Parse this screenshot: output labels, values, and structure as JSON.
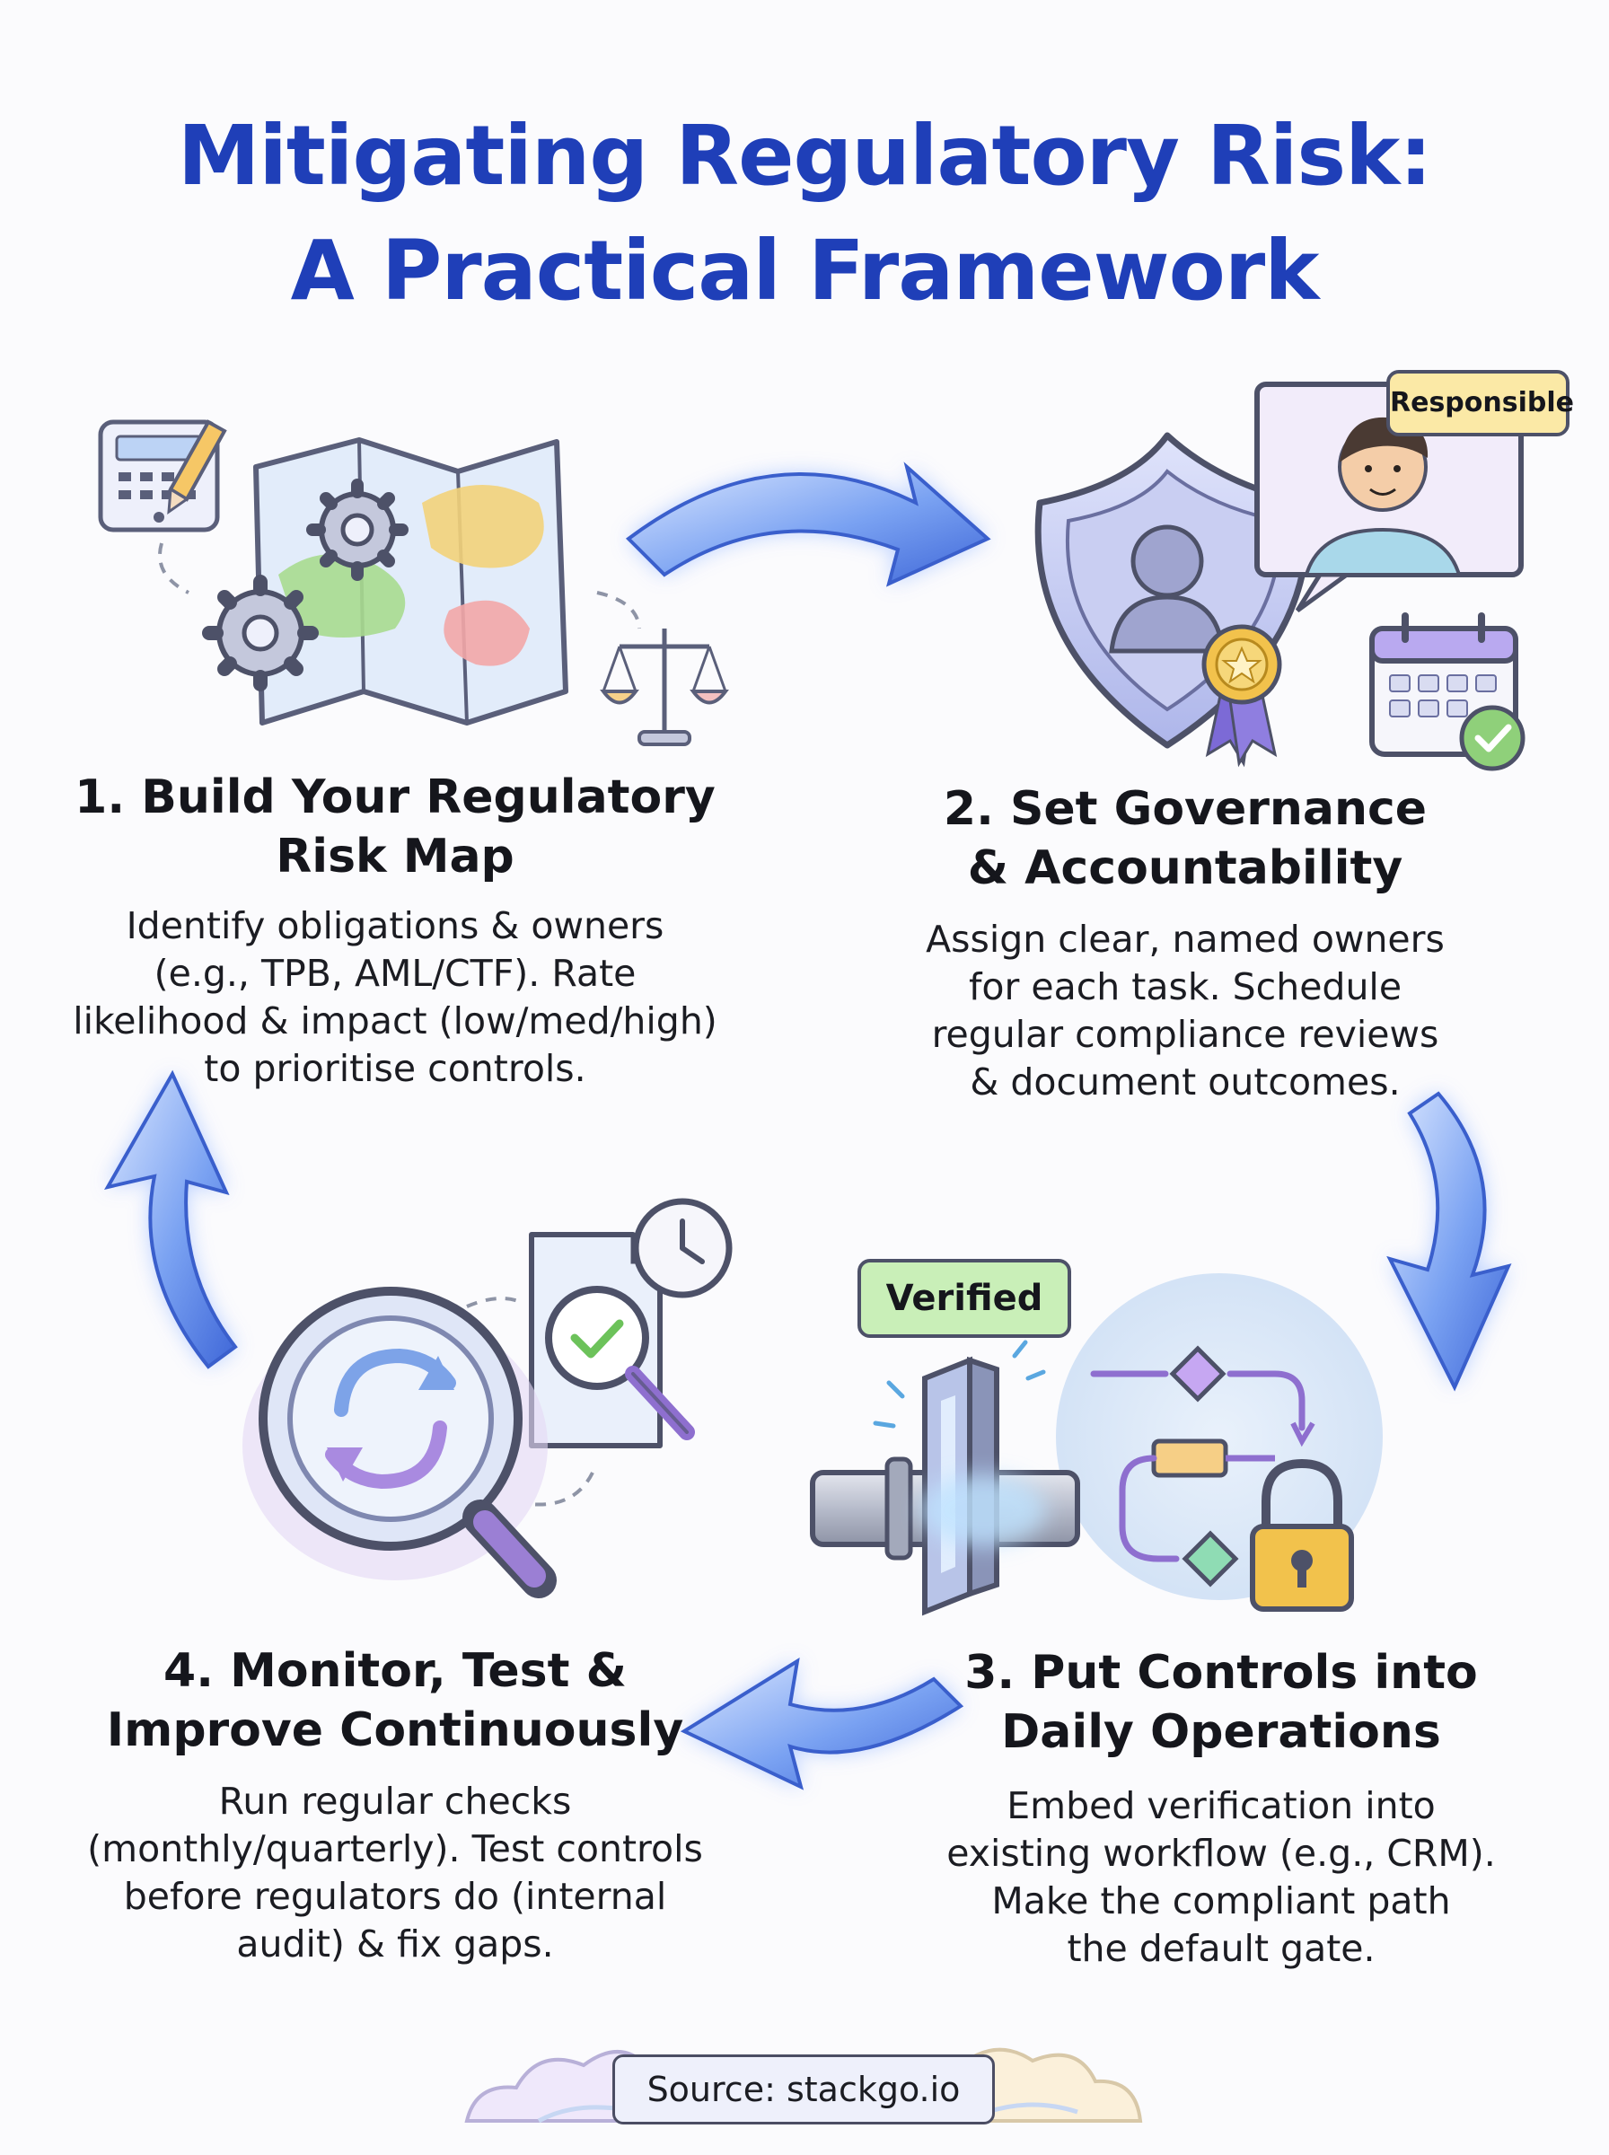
{
  "title": {
    "line1": "Mitigating Regulatory Risk:",
    "line2": "A Practical Framework"
  },
  "steps": [
    {
      "heading_line1": "1. Build Your Regulatory",
      "heading_line2": "Risk Map",
      "text_lines": [
        "Identify obligations & owners",
        "(e.g., TPB, AML/CTF). Rate",
        "likelihood & impact (low/med/high)",
        "to prioritise controls."
      ]
    },
    {
      "heading_line1": "2. Set Governance",
      "heading_line2": "& Accountability",
      "text_lines": [
        "Assign clear, named owners",
        "for each task. Schedule",
        "regular compliance reviews",
        "& document outcomes."
      ],
      "callout": "Responsible"
    },
    {
      "heading_line1": "3. Put Controls into",
      "heading_line2": "Daily Operations",
      "text_lines": [
        "Embed verification into",
        "existing workflow (e.g., CRM).",
        "Make the compliant path",
        "the default gate."
      ],
      "callout": "Verified"
    },
    {
      "heading_line1": "4. Monitor, Test &",
      "heading_line2": "Improve Continuously",
      "text_lines": [
        "Run regular checks",
        "(monthly/quarterly). Test controls",
        "before regulators do (internal",
        "audit) & fix gaps."
      ]
    }
  ],
  "footer": {
    "source": "Source: stackgo.io"
  },
  "icons": {
    "step1": [
      "calculator-icon",
      "pencil-icon",
      "folded-map-icon",
      "gear-icon",
      "scales-icon"
    ],
    "step2": [
      "shield-user-icon",
      "award-badge-icon",
      "person-avatar-icon",
      "calendar-check-icon"
    ],
    "step3": [
      "pipeline-gate-icon",
      "workflow-diagram-icon",
      "padlock-icon"
    ],
    "step4": [
      "magnifier-refresh-icon",
      "document-check-icon",
      "clock-icon"
    ],
    "cycle": [
      "arrow-right-icon",
      "arrow-down-icon",
      "arrow-left-icon",
      "arrow-up-icon"
    ]
  },
  "colors": {
    "title": "#1f3fb8",
    "arrow": "#4f7fe6",
    "arrow_glow": "#a8c4ff",
    "text": "#15161c",
    "callout_green": "#c9efb8",
    "callout_yellow": "#fbe9a6"
  }
}
